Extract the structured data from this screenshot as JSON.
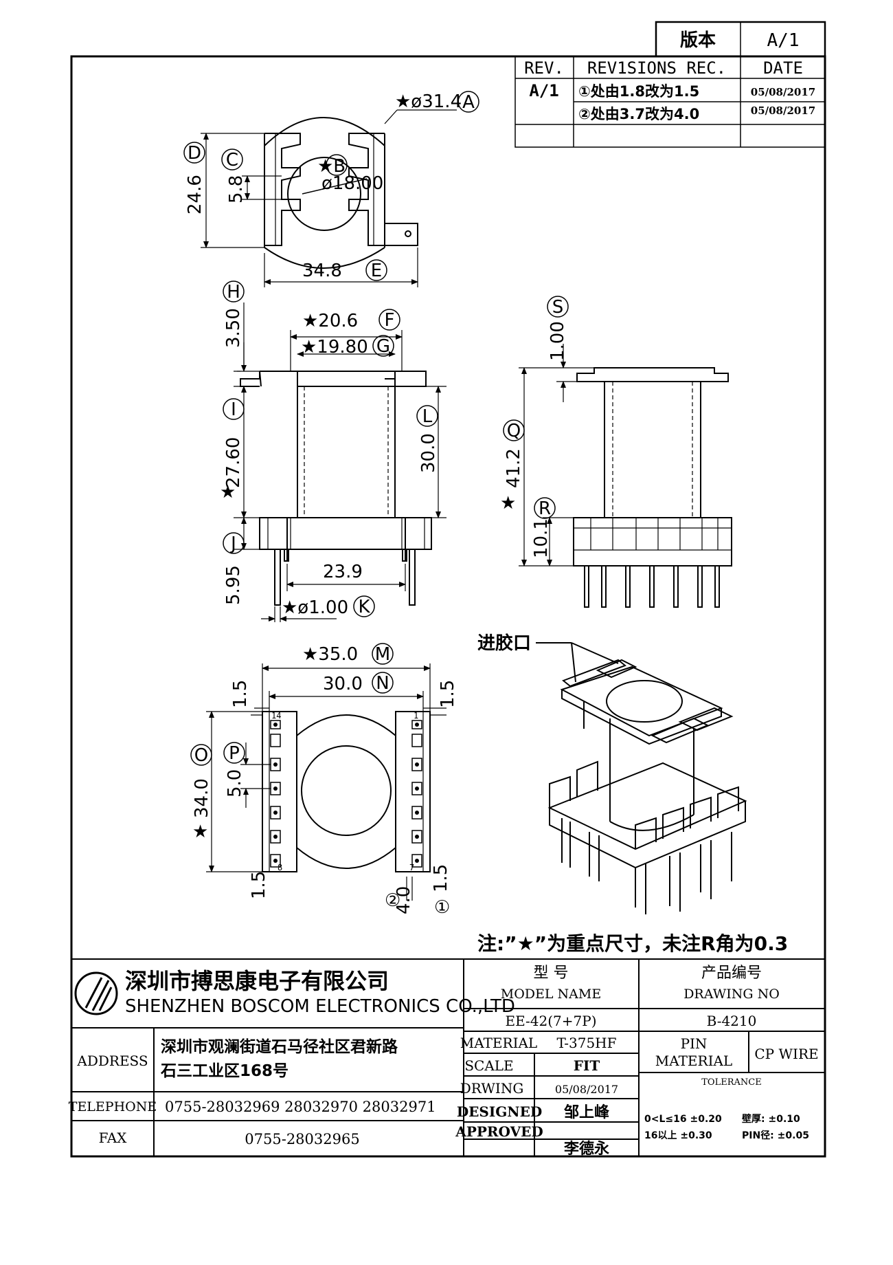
{
  "revision_box": {
    "version_label": "版本",
    "version_value": "A/1",
    "rev_header": "REV.",
    "revisions_header": "REV1SIONS REC.",
    "date_header": "DATE",
    "rows": [
      {
        "rev": "A/1",
        "text": "①处由1.8改为1.5",
        "date": "05/08/2017"
      },
      {
        "rev": "",
        "text": "②处由3.7改为4.0",
        "date": "05/08/2017"
      }
    ]
  },
  "dimensions": {
    "top_view": {
      "outer_dia": "★ø31.4",
      "outer_dia_tag": "A",
      "inner_dia_tag": "★B",
      "inner_dia": "ø18.00",
      "height": "24.6",
      "height_tag": "D",
      "slot": "5.8",
      "slot_tag": "C",
      "width": "34.8",
      "width_tag": "E"
    },
    "front_view": {
      "top_h": "3.50",
      "top_h_tag": "H",
      "top_w": "★20.6",
      "top_w_tag": "F",
      "inner_w": "★19.80",
      "inner_w_tag": "G",
      "body_h": "27.60",
      "body_h_tag": "I",
      "full_h": "30.0",
      "full_h_tag": "L",
      "base_h": "5.95",
      "base_h_tag": "J",
      "pin_span": "23.9",
      "pin_dia": "★ø1.00",
      "pin_dia_tag": "K",
      "star": "★"
    },
    "side_view": {
      "flange": "1.00",
      "flange_tag": "S",
      "total_h": "41.2",
      "total_h_tag": "Q",
      "base_h": "10.1",
      "base_h_tag": "R",
      "star": "★"
    },
    "bottom_view": {
      "outer_w": "★35.0",
      "outer_w_tag": "M",
      "inner_w": "30.0",
      "inner_w_tag": "N",
      "left_offset": "1.5",
      "right_offset": "1.5",
      "height": "34.0",
      "height_tag": "O",
      "pitch": "5.0",
      "pitch_tag": "P",
      "bottom_left": "1.5",
      "bottom_mid": "4.0",
      "bottom_mid_circle": "②",
      "bottom_right": "1.5",
      "bottom_right_circle": "①",
      "star": "★",
      "pin_labels": [
        "14",
        "1",
        "8",
        "7"
      ]
    },
    "iso_view": {
      "gate_label": "进胶口"
    }
  },
  "note": "注:”★”为重点尺寸，未注R角为0.3",
  "title_block": {
    "company_cn": "深圳市搏思康电子有限公司",
    "company_en": "SHENZHEN BOSCOM ELECTRONICS CO.,LTD",
    "model_label_cn": "型    号",
    "model_label_en": "MODEL NAME",
    "drawing_label_cn": "产品编号",
    "drawing_label_en": "DRAWING NO",
    "model_value": "EE-42(7+7P)",
    "drawing_value": "B-4210",
    "address_label": "ADDRESS",
    "address_line1": "深圳市观澜街道石马径社区君新路",
    "address_line2": "石三工业区168号",
    "telephone_label": "TELEPHONE",
    "telephone_value": "0755-28032969 28032970 28032971",
    "fax_label": "FAX",
    "fax_value": "0755-28032965",
    "material_label": "MATERIAL",
    "material_value": "T-375HF",
    "scale_label": "SCALE",
    "scale_value": "FIT",
    "drwing_label": "DRWING",
    "drwing_value": "05/08/2017",
    "designed_label": "DESIGNED",
    "designed_value": "邹上峰",
    "approved_label": "APPROVED",
    "approved_value": "李德永",
    "pin_material_label1": "PIN",
    "pin_material_label2": "MATERIAL",
    "pin_material_value": "CP WIRE",
    "tolerance_label": "TOLERANCE",
    "tol_line1_a": "0<L≤16  ±0.20",
    "tol_line1_b": "壁厚:  ±0.10",
    "tol_line2_a": "16以上    ±0.30",
    "tol_line2_b": "PIN径:  ±0.05"
  }
}
